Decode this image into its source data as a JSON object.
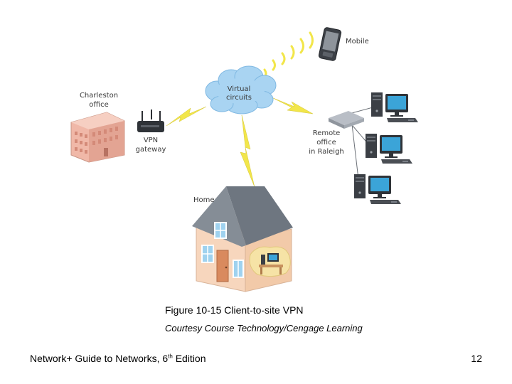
{
  "labels": {
    "mobile": "Mobile",
    "virtual_line1": "Virtual",
    "virtual_line2": "circuits",
    "charleston_line1": "Charleston",
    "charleston_line2": "office",
    "vpn_line1": "VPN",
    "vpn_line2": "gateway",
    "remote_line1": "Remote",
    "remote_line2": "office",
    "remote_line3": "in Raleigh",
    "home": "Home"
  },
  "caption": "Figure 10-15 Client-to-site VPN",
  "credit": "Courtesy Course Technology/Cengage Learning",
  "footer": {
    "title_prefix": "Network+ Guide to Networks, 6",
    "title_sup": "th",
    "title_suffix": " Edition",
    "page_number": "12"
  },
  "colors": {
    "lightning": "#f2e64a",
    "cloud": "#a9d4f2",
    "building": "#f0b8a8",
    "roof": "#6e7680",
    "wall": "#f7d6bd",
    "monitor_screen": "#3ba4d8"
  }
}
